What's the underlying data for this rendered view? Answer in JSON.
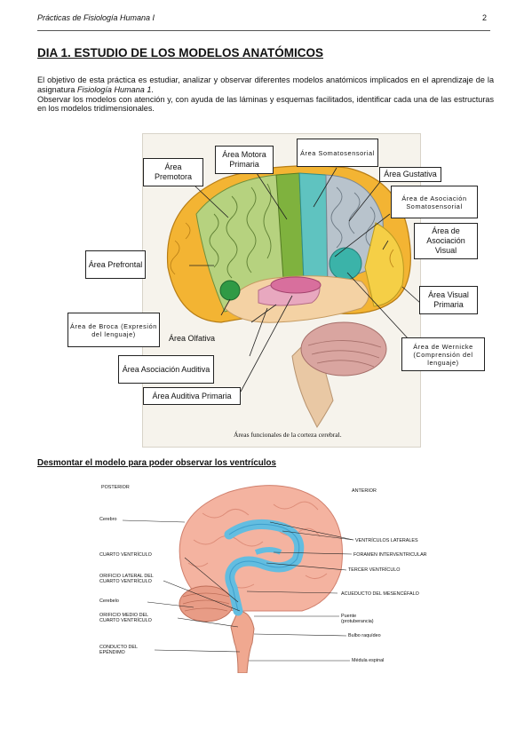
{
  "header": {
    "title": "Prácticas de Fisiología Humana I",
    "page": "2"
  },
  "title": "DIA 1.  ESTUDIO DE LOS MODELOS ANATÓMICOS",
  "intro": {
    "p1_start": "El objetivo de esta práctica es estudiar, analizar y observar diferentes modelos anatómicos implicados en el aprendizaje de la asignatura ",
    "p1_italic": "Fisiología Humana 1",
    "p1_end": ".",
    "p2": "Observar los modelos con atención y, con ayuda de las láminas y esquemas facilitados, identificar cada una de las estructuras en los modelos tridimensionales."
  },
  "figure1": {
    "labels": {
      "premotora": "Área Premotora",
      "motora": "Área Motora Primaria",
      "somatosensorial": "Área Somatosensorial",
      "gustativa": "Área Gustativa",
      "asoc_somato": "Área de Asociación Somatosensorial",
      "asoc_visual": "Área de Asociación Visual",
      "prefrontal": "Área Prefrontal",
      "visual": "Área Visual Primaria",
      "broca": "Área de Broca (Expresión del lenguaje)",
      "olfativa": "Área Olfativa",
      "wernicke": "Área de Wernicke (Comprensión del lenguaje)",
      "asoc_auditiva": "Área Asociación Auditiva",
      "auditiva": "Área Auditiva Primaria"
    },
    "caption": "Áreas funcionales de la corteza cerebral."
  },
  "subtitle": "Desmontar el modelo para poder observar los ventrículos",
  "figure2": {
    "posterior": "POSTERIOR",
    "anterior": "ANTERIOR",
    "left": {
      "cerebro": "Cerebro",
      "cuarto": "CUARTO VENTRÍCULO",
      "orificio_lat_1": "ORIFICIO LATERAL DEL",
      "orificio_lat_2": "CUARTO VENTRÍCULO",
      "cerebelo": "Cerebelo",
      "orificio_med_1": "ORIFICIO MEDIO DEL",
      "orificio_med_2": "CUARTO VENTRÍCULO",
      "conducto_1": "CONDUCTO DEL",
      "conducto_2": "EPÉNDIMO"
    },
    "right": {
      "laterales": "VENTRÍCULOS LATERALES",
      "foramen": "FORAMEN INTERVENTRICULAR",
      "tercer": "TERCER VENTRÍCULO",
      "acueducto": "ACUEDUCTO DEL MESENCÉFALO",
      "puente_1": "Puente",
      "puente_2": "(protuberancia)",
      "bulbo": "Bulbo raquídeo",
      "medula": "Médula espinal"
    }
  }
}
